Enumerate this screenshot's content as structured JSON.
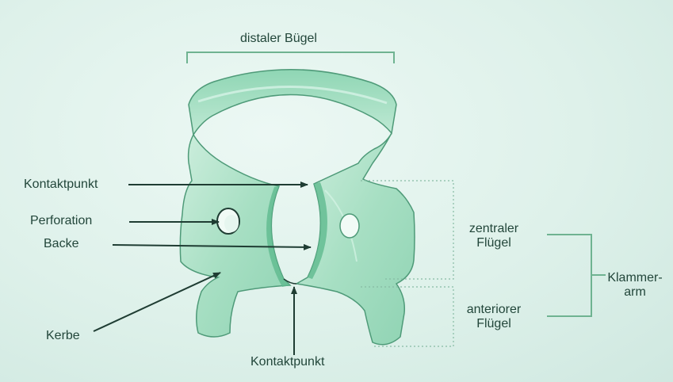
{
  "labels": {
    "distal_bow": "distaler Bügel",
    "contact_point_left": "Kontaktpunkt",
    "perforation": "Perforation",
    "jaw": "Backe",
    "notch": "Kerbe",
    "contact_point_bottom": "Kontaktpunkt",
    "central_wing_1": "zentraler",
    "central_wing_2": "Flügel",
    "anterior_wing_1": "anteriorer",
    "anterior_wing_2": "Flügel",
    "clamp_arm_1": "Klammer-",
    "clamp_arm_2": "arm"
  },
  "colors": {
    "background": "#dff1ec",
    "clamp_fill": "#a9e0c6",
    "clamp_shade": "#6fc49c",
    "line": "#1f3d33",
    "bracket": "#6fb391"
  }
}
